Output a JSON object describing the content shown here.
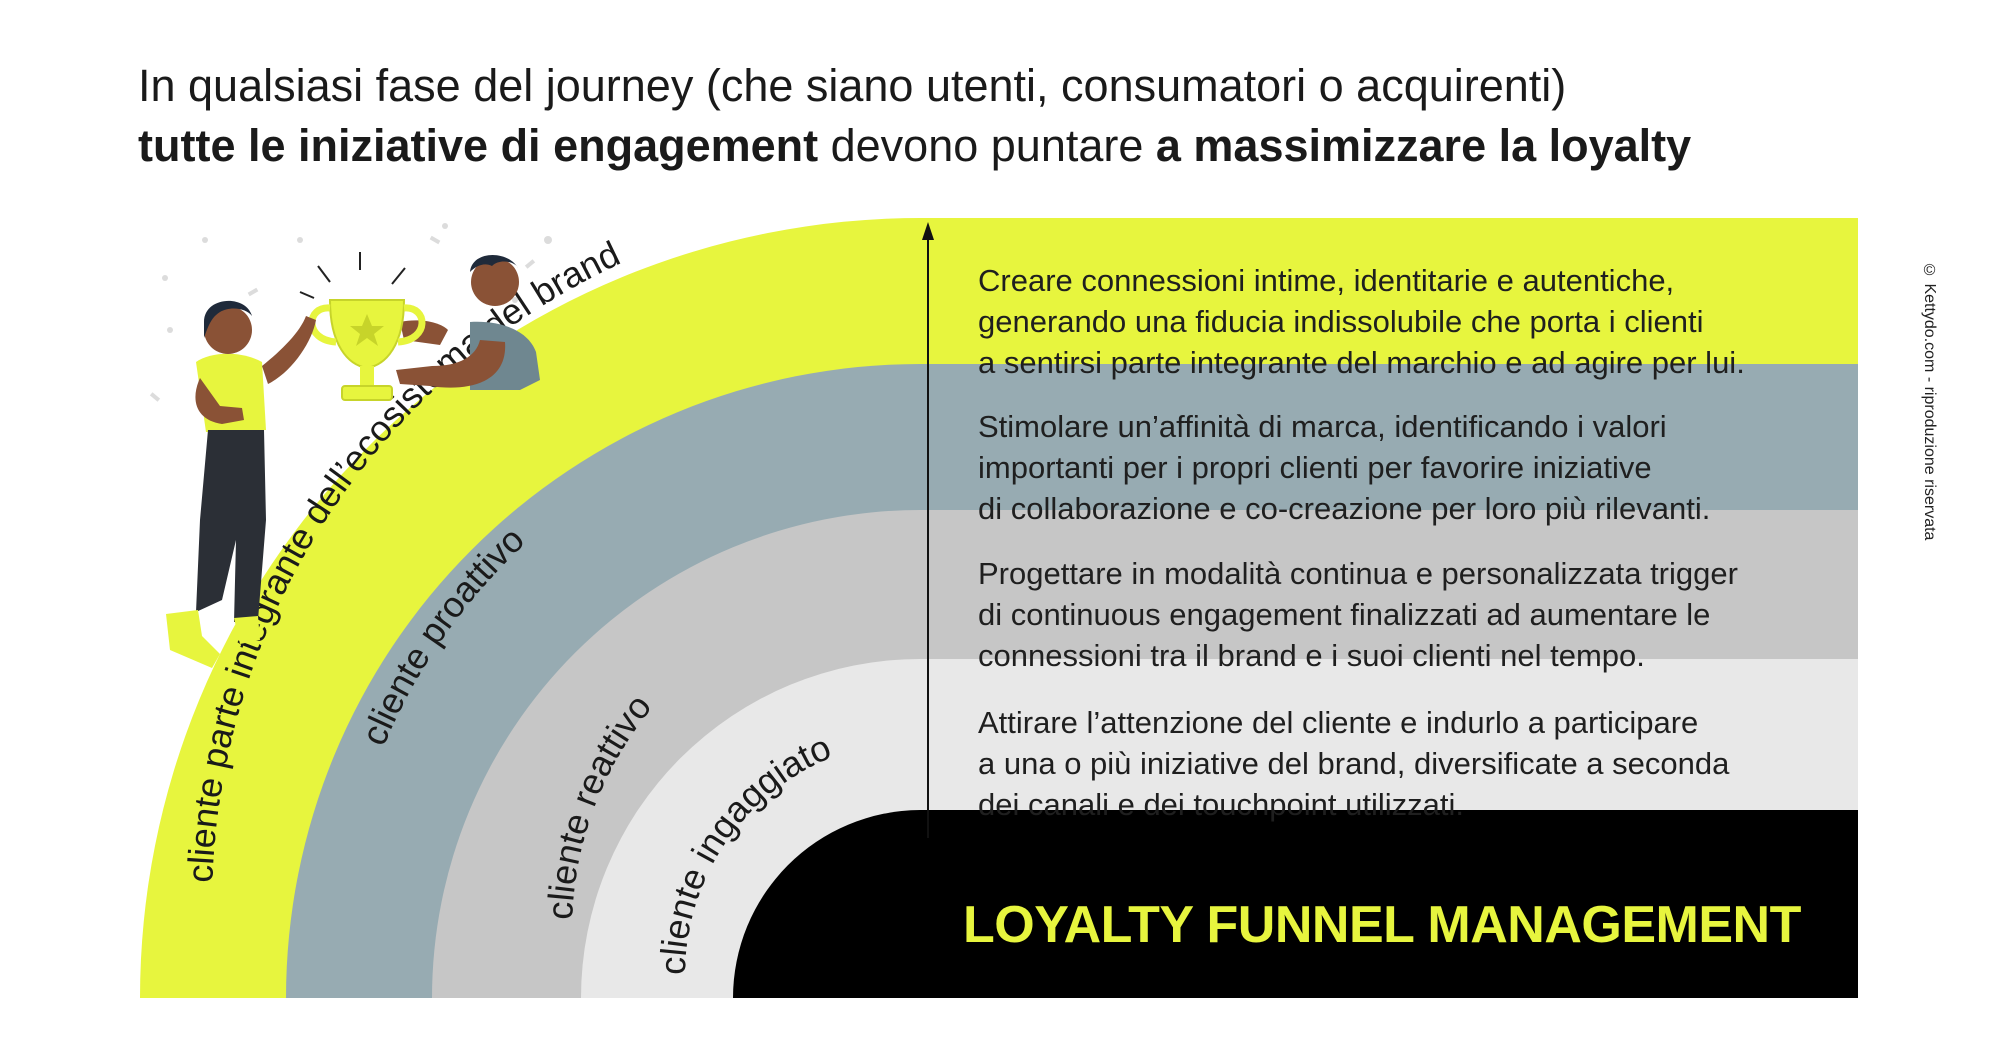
{
  "headline": {
    "line1": "In qualsiasi fase del journey (che siano utenti, consumatori o acquirenti)",
    "line2_bold_a": "tutte le iniziative di engagement",
    "line2_mid": " devono puntare ",
    "line2_bold_b": "a massimizzare la loyalty"
  },
  "levels": [
    {
      "label": "cliente parte integrante dell’ecosistema del brand",
      "color": "#e7f53e",
      "lines": [
        "Creare connessioni intime, identitarie e autentiche,",
        "generando una fiducia indissolubile che porta i clienti",
        "a sentirsi parte integrante del marchio e ad agire per lui."
      ]
    },
    {
      "label": "cliente proattivo",
      "color": "#97abb2",
      "lines": [
        "Stimolare un’affinità di marca, identificando i valori",
        "importanti per i propri clienti per favorire iniziative",
        "di collaborazione e co-creazione per loro più rilevanti."
      ]
    },
    {
      "label": "cliente reattivo",
      "color": "#c6c6c6",
      "lines": [
        "Progettare in modalità continua e personalizzata trigger",
        "di continuous engagement finalizzati ad aumentare le",
        "connessioni tra il brand e i suoi clienti nel tempo."
      ]
    },
    {
      "label": "cliente ingaggiato",
      "color": "#e8e8e8",
      "lines": [
        "Attirare l’attenzione del cliente e indurlo a participare",
        "a una o più iniziative del brand, diversificate a seconda",
        "dei canali e dei touchpoint utilizzati."
      ]
    }
  ],
  "base": {
    "title": "LOYALTY FUNNEL MANAGEMENT",
    "color": "#000000",
    "text_color": "#e7f53e"
  },
  "copyright": "© Kettydo.com - riproduzione riservata"
}
